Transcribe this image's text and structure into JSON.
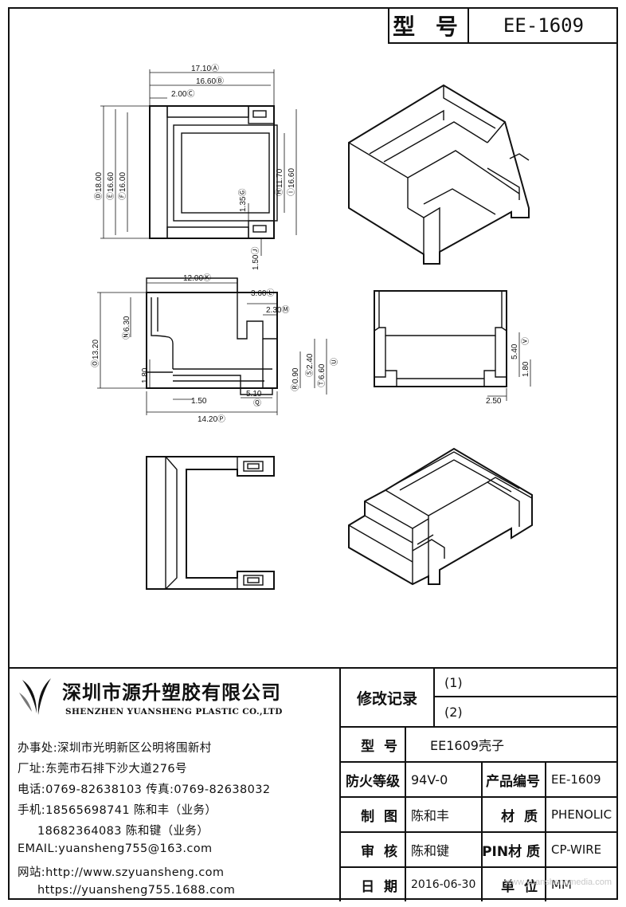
{
  "header": {
    "model_label": "型 号",
    "model_value": "EE-1609"
  },
  "dimensions": {
    "top_view": [
      "17.10Ⓐ",
      "16.60Ⓑ",
      "2.00Ⓒ",
      "18.00",
      "16.60",
      "16.00",
      "11.70",
      "16.60",
      "1.35Ⓖ",
      "1.50Ⓙ",
      "Ⓓ",
      "Ⓔ",
      "Ⓕ",
      "Ⓗ",
      "Ⓘ"
    ],
    "side_view": [
      "12.00Ⓚ",
      "3.60Ⓛ",
      "2.30Ⓜ",
      "6.30",
      "13.20",
      "1.80",
      "0.90",
      "2.40",
      "6.60",
      "1.50",
      "5.10",
      "14.20Ⓟ",
      "Ⓝ",
      "Ⓞ",
      "Ⓠ",
      "Ⓡ",
      "Ⓢ",
      "Ⓣ",
      "Ⓤ"
    ],
    "front_view": [
      "5.40",
      "1.80",
      "2.50",
      "Ⓥ"
    ]
  },
  "company": {
    "name_cn": "深圳市源升塑胶有限公司",
    "name_en": "SHENZHEN YUANSHENG PLASTIC CO.,LTD",
    "lines": [
      "办事处:深圳市光明新区公明将围新村",
      "厂址:东莞市石排下沙大道276号",
      "电话:0769-82638103 传真:0769-82638032",
      "手机:18565698741 陈和丰（业务）",
      "     18682364083 陈和键（业务）",
      "EMAIL:yuansheng755@163.com",
      "网站:http://www.szyuansheng.com",
      "     https://yuansheng755.1688.com"
    ]
  },
  "revision": {
    "title": "修改记录",
    "rows": [
      "(1)",
      "(2)"
    ]
  },
  "spec": {
    "model_label": "型 号",
    "model_value": "EE1609壳子",
    "fire_label": "防火等级",
    "fire_value": "94V-0",
    "product_no_label": "产品编号",
    "product_no_value": "EE-1609",
    "drawn_label": "制 图",
    "drawn_value": "陈和丰",
    "material_label": "材 质",
    "material_value": "PHENOLIC",
    "check_label": "审 核",
    "check_value": "陈和键",
    "pin_label": "PIN材 质",
    "pin_value": "CP-WIRE",
    "date_label": "日 期",
    "date_value": "2016-06-30",
    "unit_label": "单 位",
    "unit_value": "MM"
  },
  "watermark": "www.yuanshengmedia.com"
}
